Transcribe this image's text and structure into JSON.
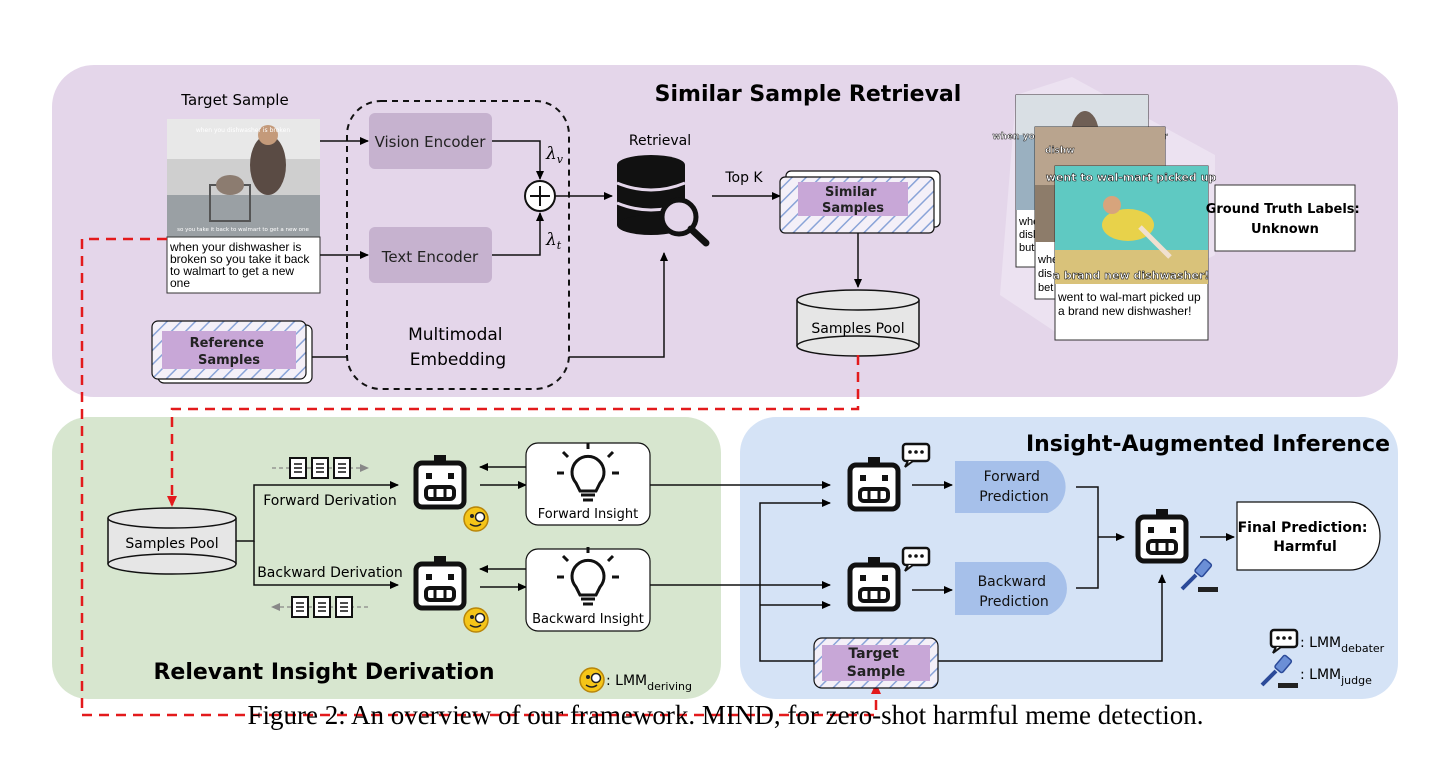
{
  "top_panel": {
    "title": "Similar Sample Retrieval",
    "target_sample_label": "Target Sample",
    "meme_top_text": "when you dishwasher is broken",
    "meme_bottom_text": "so you take it back to walmart to get a new one",
    "meme_caption_lines": [
      "when your dishwasher is",
      "broken so you take it back",
      "to walmart to get a new",
      "one"
    ],
    "vision_encoder": "Vision Encoder",
    "text_encoder": "Text Encoder",
    "lambda_v": "λ",
    "lambda_v_sub": "v",
    "lambda_t": "λ",
    "lambda_t_sub": "t",
    "retrieval": "Retrieval",
    "top_k": "Top K",
    "similar_samples_lines": [
      "Similar",
      "Samples"
    ],
    "samples_pool": "Samples Pool",
    "reference_samples_lines": [
      "Reference",
      "Samples"
    ],
    "multimodal_embedding_lines": [
      "Multimodal",
      "Embedding"
    ],
    "meme1_top": "when you finally buy a dishwasher",
    "meme1_caption_lines": [
      "whe",
      "dish",
      "but"
    ],
    "meme2_top": "dishw",
    "meme2_caption_lines": [
      "whe",
      "dis",
      "bet"
    ],
    "meme3_top": "went to wal-mart picked up",
    "meme3_bottom": "a brand new dishwasher!",
    "meme3_caption_lines": [
      "went to wal-mart picked up",
      "a brand new dishwasher!"
    ],
    "ground_truth_lines": [
      "Ground Truth Labels:",
      "Unknown"
    ]
  },
  "left_panel": {
    "title": "Relevant Insight Derivation",
    "samples_pool": "Samples Pool",
    "forward_derivation": "Forward Derivation",
    "backward_derivation": "Backward Derivation",
    "forward_insight": "Forward Insight",
    "backward_insight": "Backward Insight",
    "legend_main": ": LMM",
    "legend_sub": "deriving"
  },
  "right_panel": {
    "title": "Insight-Augmented Inference",
    "forward_prediction_lines": [
      "Forward",
      "Prediction"
    ],
    "backward_prediction_lines": [
      "Backward",
      "Prediction"
    ],
    "target_sample_lines": [
      "Target",
      "Sample"
    ],
    "final_prediction_lines": [
      "Final Prediction:",
      "Harmful"
    ],
    "legend_debater_main": ": LMM",
    "legend_debater_sub": "debater",
    "legend_judge_main": ": LMM",
    "legend_judge_sub": "judge"
  },
  "caption": {
    "prefix": "Figure 2: An overview of our framework. M",
    "sc": "I",
    "mid": "N",
    "suffix": "D, for zero-shot harmful meme detection."
  },
  "colors": {
    "top_panel": "#e4d6ea",
    "left_panel": "#d7e6cf",
    "right_panel": "#d5e3f6",
    "encoder_box": "#c6b2cf",
    "prediction_box": "#a6c0ea",
    "purple_fill": "#c8a7d7",
    "red_dashed": "#e31a1c",
    "emoji": "#f5c518"
  }
}
